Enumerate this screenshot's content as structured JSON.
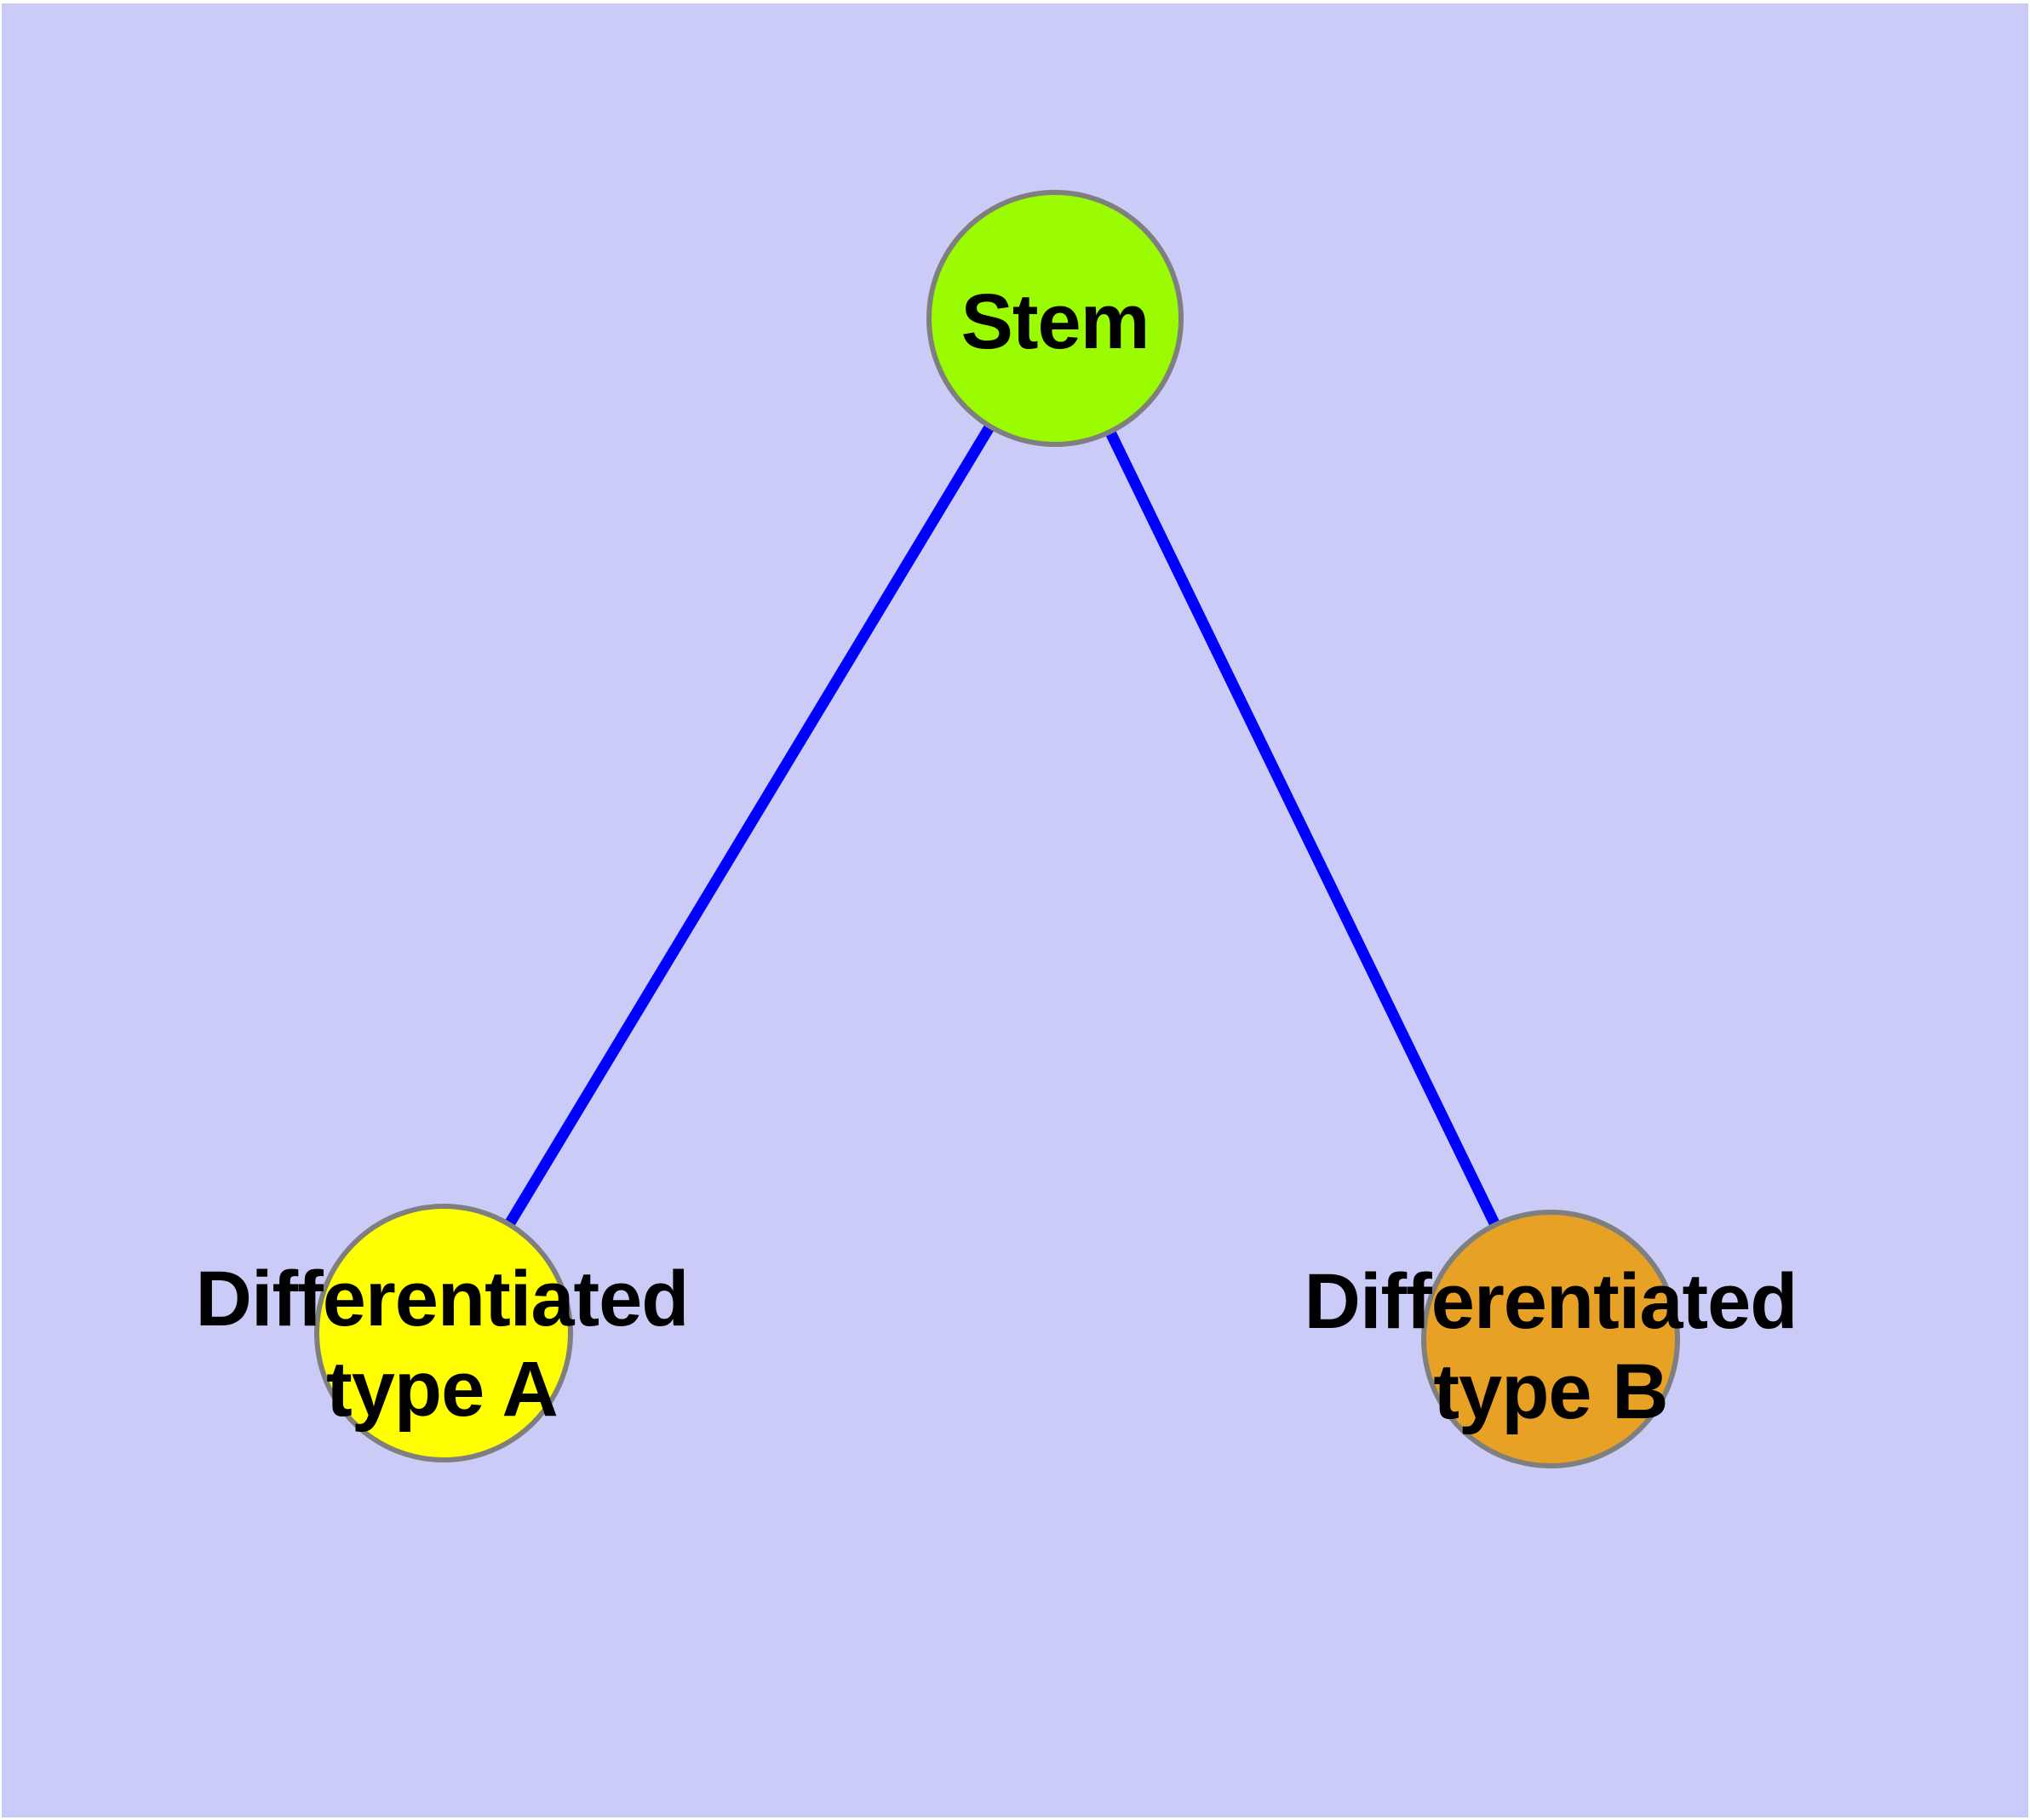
{
  "diagram": {
    "background_color": "#CBCBF8",
    "frame_color": "#FFFFFF",
    "edge_color": "#0000FF",
    "node_border_color": "#7F7F7F",
    "text_color": "#000000",
    "nodes": [
      {
        "id": "stem",
        "label": "Stem",
        "color": "#9BFB00"
      },
      {
        "id": "differentiated-type-a",
        "label_line1": "Differentiated",
        "label_line2": "type A",
        "color": "#FFFF00"
      },
      {
        "id": "differentiated-type-b",
        "label_line1": "Differentiated",
        "label_line2": "type B",
        "color": "#E7A125"
      }
    ],
    "edges": [
      {
        "from": "Stem",
        "to": "Differentiated type A"
      },
      {
        "from": "Stem",
        "to": "Differentiated type B"
      }
    ]
  }
}
